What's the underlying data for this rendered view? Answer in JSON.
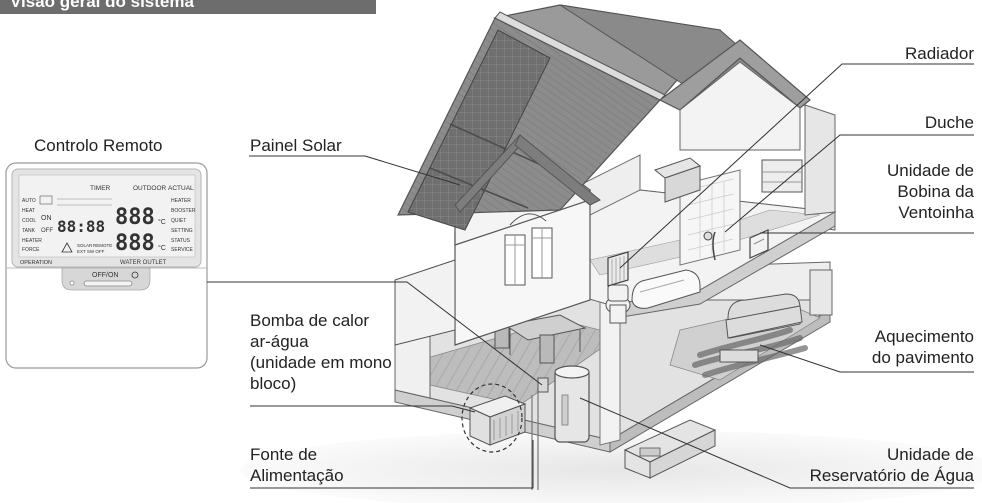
{
  "header": {
    "title": "Visão geral do sistema"
  },
  "labels": {
    "remote": "Controlo Remoto",
    "solar": "Painel Solar",
    "heatpump": [
      "Bomba de calor",
      "ar-água",
      "(unidade em mono",
      "bloco)"
    ],
    "power": [
      "Fonte de",
      "Alimentação"
    ],
    "radiator": "Radiador",
    "shower": "Duche",
    "fancoil": [
      "Unidade de",
      "Bobina da",
      "Ventoinha"
    ],
    "floor": [
      "Aquecimento",
      "do pavimento"
    ],
    "tank": [
      "Unidade de",
      "Reservatório de Água"
    ]
  },
  "remote_display": {
    "timer": "TIMER",
    "outdoor": "OUTDOOR",
    "actual": "ACTUAL",
    "auto": "AUTO",
    "heat": "HEAT",
    "cool": "COOL",
    "tank": "TANK",
    "heater_left": "HEATER",
    "force": "FORCE",
    "on": "ON",
    "off": "OFF",
    "solar": "SOLAR",
    "remote": "REMOTE",
    "ext_sw": "EXT SW OFF",
    "heater_right": "HEATER",
    "booster": "BOOSTER",
    "quiet": "QUIET",
    "setting": "SETTING",
    "status": "STATUS",
    "service": "SERVICE",
    "operation": "OPERATION",
    "water_outlet": "WATER OUTLET",
    "digits_small": "88:88",
    "digits_top": "888",
    "digits_bottom": "888",
    "unit": "°C",
    "offon": "OFF/ON"
  }
}
